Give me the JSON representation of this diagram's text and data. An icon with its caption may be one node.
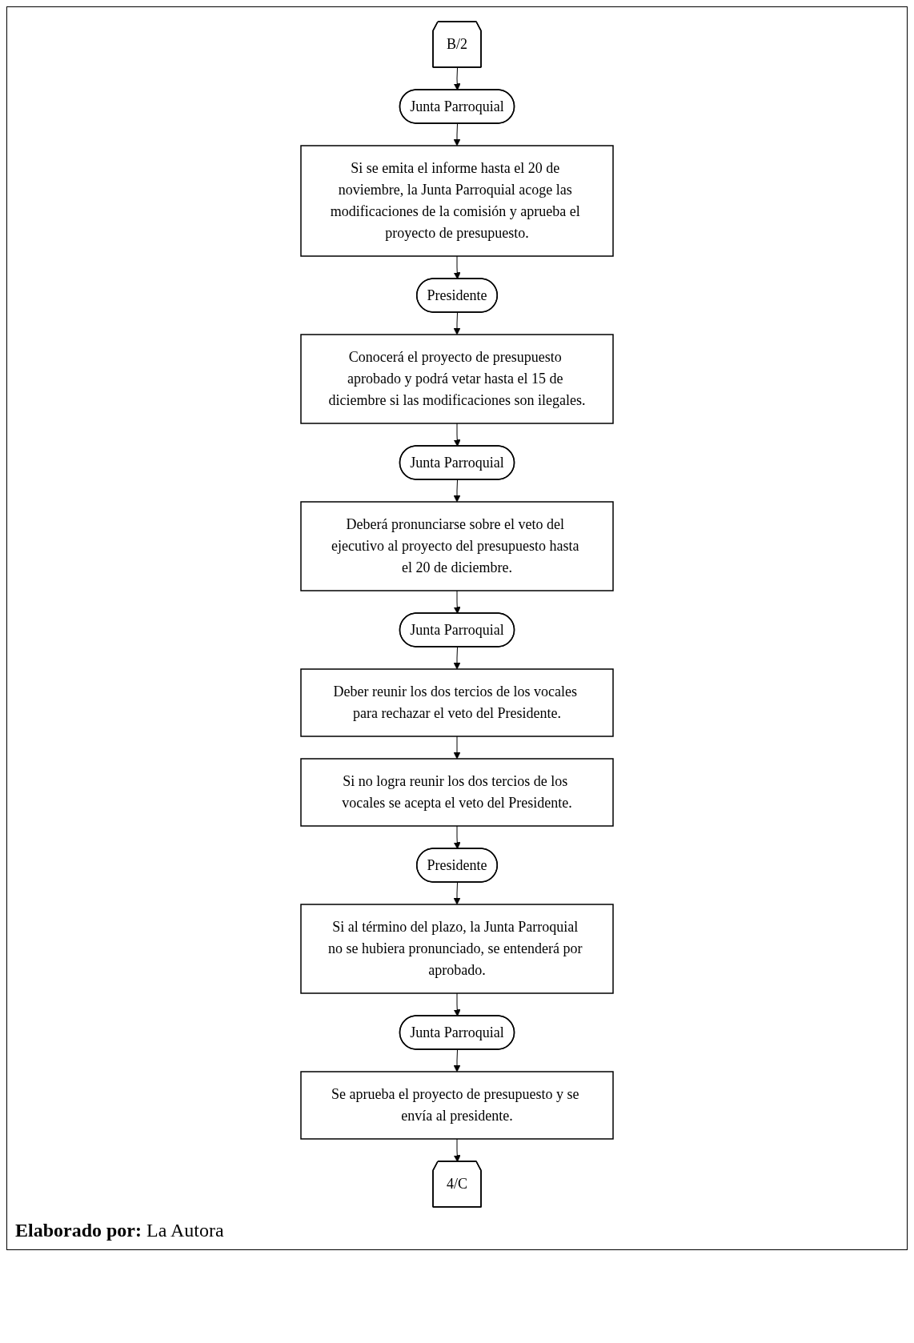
{
  "diagram": {
    "caption": "**Elaborado por:** La Autora",
    "nodes": [
      {
        "text": [
          "B/2"
        ]
      },
      {
        "text": [
          "Junta Parroquial"
        ]
      },
      {
        "text": [
          "Si se emita el informe hasta el 20 de noviembre, la Junta Parroquial acoge las modificaciones de la comisión y aprueba el proyecto de presupuesto."
        ]
      },
      {
        "text": [
          "Presidente"
        ]
      },
      {
        "text": [
          "Conocerá el proyecto de presupuesto aprobado y podrá vetar hasta el 15 de diciembre si las modificaciones son ilegales."
        ]
      },
      {
        "text": [
          "Junta Parroquial"
        ]
      },
      {
        "text": [
          "Deberá pronunciarse sobre el veto del ejecutivo al proyecto del presupuesto hasta el 20 de diciembre."
        ]
      },
      {
        "text": [
          "Junta Parroquial"
        ]
      },
      {
        "text": [
          "Deber reunir los dos tercios de los vocales para rechazar el veto del Presidente."
        ]
      },
      {
        "text": [
          "Si no logra reunir los dos tercios de los vocales se acepta el veto del Presidente."
        ]
      },
      {
        "text": [
          "Presidente"
        ]
      },
      {
        "text": [
          "Si al término del plazo, la Junta Parroquial no se hubiera pronunciado, se entenderá por aprobado."
        ]
      },
      {
        "text": [
          "Junta Parroquial"
        ]
      },
      {
        "text": [
          "Se aprueba el proyecto de presupuesto y se envía al presidente."
        ]
      },
      {
        "text": [
          "4/C"
        ]
      }
    ],
    "edges": [
      {
        "from": 0,
        "to": 1,
        "arrow": "to"
      },
      {
        "from": 1,
        "to": 2,
        "arrow": "to"
      },
      {
        "from": 2,
        "to": 3,
        "arrow": "to"
      },
      {
        "from": 3,
        "to": 4,
        "arrow": "to"
      },
      {
        "from": 4,
        "to": 5,
        "arrow": "to"
      },
      {
        "from": 5,
        "to": 6,
        "arrow": "to"
      },
      {
        "from": 6,
        "to": 7,
        "arrow": "to"
      },
      {
        "from": 7,
        "to": 8,
        "arrow": "to"
      },
      {
        "from": 8,
        "to": 9,
        "arrow": "to"
      },
      {
        "from": 9,
        "to": 10,
        "arrow": "to"
      },
      {
        "from": 10,
        "to": 11,
        "arrow": "to"
      },
      {
        "from": 11,
        "to": 12,
        "arrow": "to"
      },
      {
        "from": 12,
        "to": 13,
        "arrow": "to"
      },
      {
        "from": 13,
        "to": 14,
        "arrow": "to"
      }
    ]
  }
}
